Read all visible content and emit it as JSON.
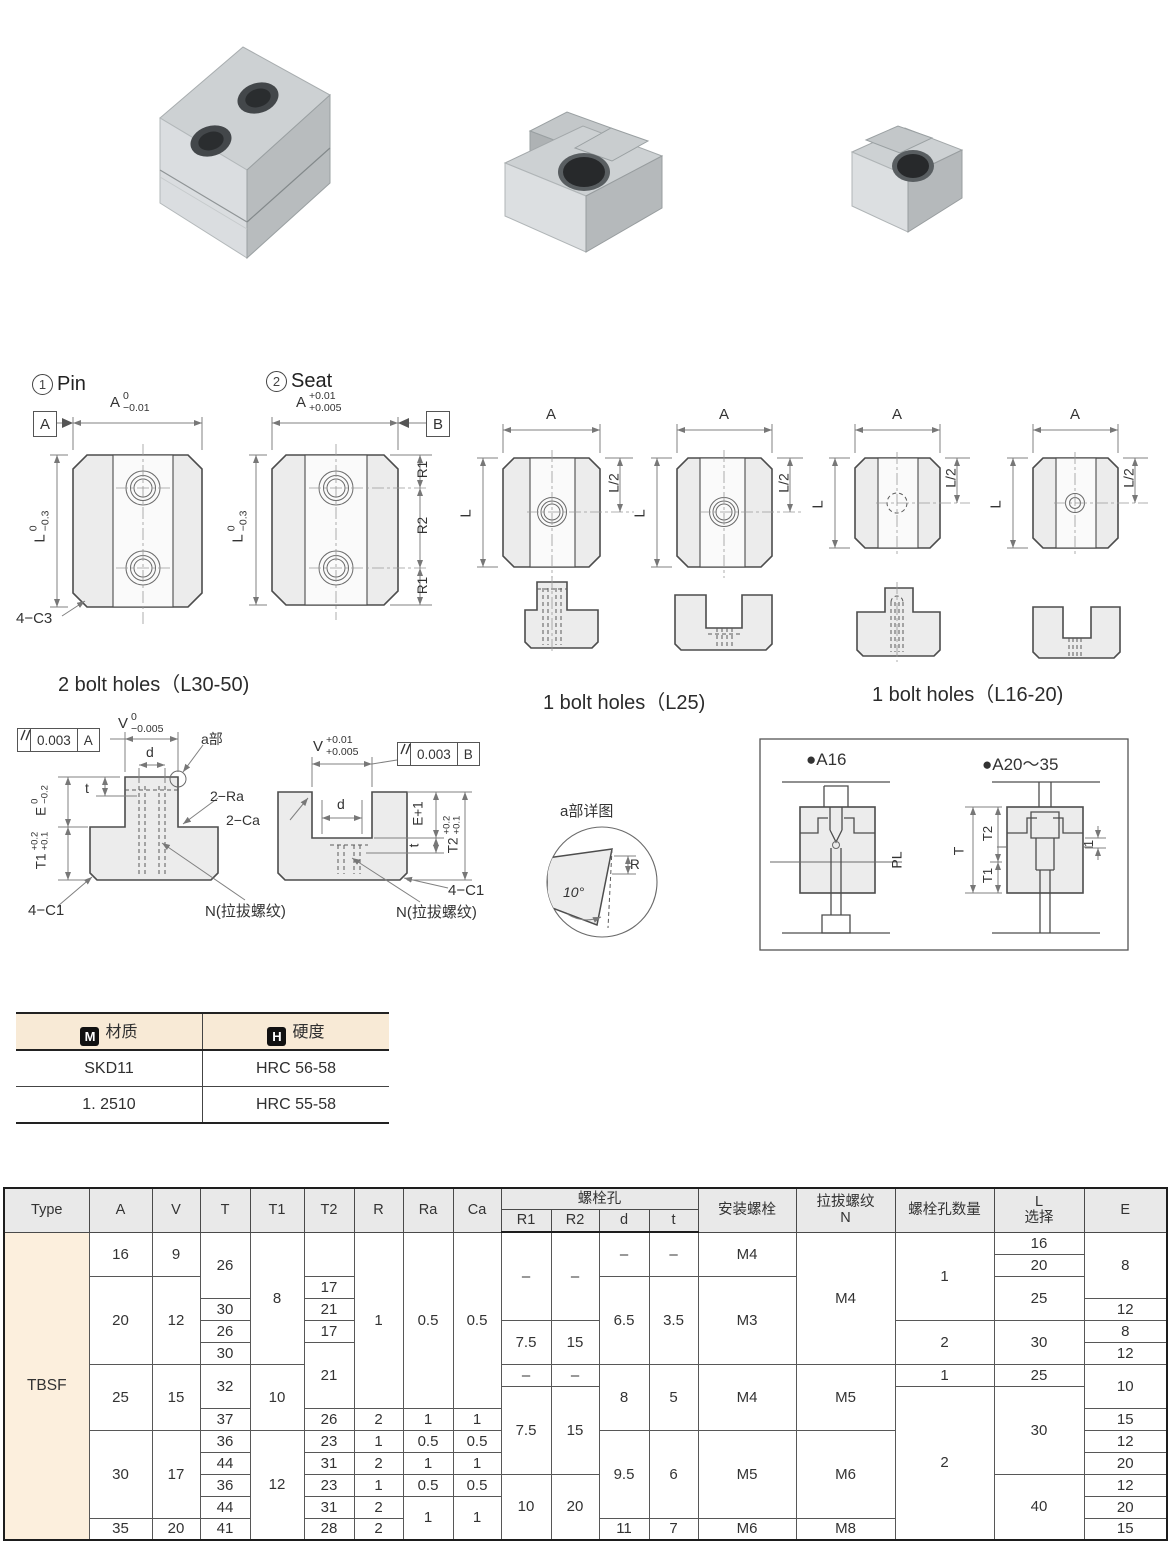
{
  "sections": {
    "pin": {
      "num": "1",
      "label": "Pin",
      "dim_a": {
        "base": "A",
        "upper": "0",
        "lower": "−0.01"
      },
      "dim_l": {
        "base": "L",
        "upper": "0",
        "lower": "−0.3"
      },
      "datum": "A",
      "chamfer": "4−C3"
    },
    "seat": {
      "num": "2",
      "label": "Seat",
      "dim_a": {
        "base": "A",
        "upper": "+0.01",
        "lower": "+0.005"
      },
      "dim_l": {
        "base": "L",
        "upper": "0",
        "lower": "−0.3"
      },
      "datum": "B",
      "r1": "R1",
      "r2": "R2",
      "r1b": "R1"
    },
    "caption_2holes": "2 bolt holes（L30-50)",
    "caption_1hole_l25": "1 bolt holes（L25)",
    "caption_1hole_l16": "1 bolt holes（L16-20)",
    "dim_a": "A",
    "dim_l": "L",
    "dim_l2": "L/2"
  },
  "cross_left": {
    "fcf": {
      "tol": "0.003",
      "datum": "A"
    },
    "v": {
      "base": "V",
      "upper": "0",
      "lower": "−0.005"
    },
    "d": "d",
    "a_part": "a部",
    "t": "t",
    "e": {
      "base": "E",
      "upper": "0",
      "lower": "−0.2"
    },
    "t1": {
      "base": "T1",
      "upper": "+0.2",
      "lower": "+0.1"
    },
    "ra": "2−Ra",
    "ca": "2−Ca",
    "c1": "4−C1",
    "n": "N(拉拔螺纹)"
  },
  "cross_right": {
    "fcf": {
      "tol": "0.003",
      "datum": "B"
    },
    "v": {
      "base": "V",
      "upper": "+0.01",
      "lower": "+0.005"
    },
    "d": "d",
    "e1": "E+1",
    "t": "t",
    "t2": {
      "base": "T2",
      "upper": "+0.2",
      "lower": "+0.1"
    },
    "c1": "4−C1",
    "n": "N(拉拔螺纹)"
  },
  "detail": {
    "title": "a部详图",
    "r": "R",
    "angle": "10°"
  },
  "info_box": {
    "a16": "●A16",
    "a2035": "●A20～35",
    "pl": "PL",
    "t": "T",
    "t2": "T2",
    "t1": "T1",
    "one": "1"
  },
  "material_table": {
    "m_badge": "M",
    "col1": "材质",
    "h_badge": "H",
    "col2": "硬度",
    "rows": [
      [
        "SKD11",
        "HRC 56-58"
      ],
      [
        "1. 2510",
        "HRC 55-58"
      ]
    ]
  },
  "spec_table": {
    "type_label": "Type",
    "type_value": "TBSF",
    "headers": {
      "a": "A",
      "v": "V",
      "t": "T",
      "t1": "T1",
      "t2": "T2",
      "r": "R",
      "ra": "Ra",
      "ca": "Ca",
      "bolt_group": "螺栓孔",
      "r1": "R1",
      "r2": "R2",
      "d": "d",
      "tt": "t",
      "install": "安装螺栓",
      "pull1": "拉拔螺纹",
      "pull2": "N",
      "count": "螺栓孔数量",
      "l1": "L",
      "l2": "选择",
      "e": "E"
    },
    "rows": [
      [
        {
          "v": "16",
          "rs": 2
        },
        {
          "v": "9",
          "rs": 2
        },
        {
          "v": "26",
          "rs": 3
        },
        {
          "v": "8",
          "rs": 6
        },
        {
          "v": "",
          "rs": 2
        },
        {
          "v": "1",
          "rs": 8
        },
        {
          "v": "0.5",
          "rs": 8
        },
        {
          "v": "0.5",
          "rs": 8
        },
        {
          "v": "–",
          "rs": 4
        },
        {
          "v": "–",
          "rs": 4
        },
        {
          "v": "–",
          "rs": 2
        },
        {
          "v": "–",
          "rs": 2
        },
        {
          "v": "M4",
          "rs": 2
        },
        {
          "v": "M4",
          "rs": 6
        },
        {
          "v": "1",
          "rs": 4
        },
        {
          "v": "16"
        },
        {
          "v": "8",
          "rs": 3
        }
      ],
      [
        {
          "v": "20"
        }
      ],
      [
        {
          "v": "20",
          "rs": 4
        },
        {
          "v": "12",
          "rs": 4
        },
        {
          "v": "17"
        },
        {
          "v": "6.5",
          "rs": 4
        },
        {
          "v": "3.5",
          "rs": 4
        },
        {
          "v": "M3",
          "rs": 4
        },
        {
          "v": "25",
          "rs": 2
        }
      ],
      [
        {
          "v": "30"
        },
        {
          "v": "21"
        },
        {
          "v": "12"
        }
      ],
      [
        {
          "v": "26"
        },
        {
          "v": "17"
        },
        {
          "v": "7.5",
          "rs": 2
        },
        {
          "v": "15",
          "rs": 2
        },
        {
          "v": "2",
          "rs": 2
        },
        {
          "v": "30",
          "rs": 2
        },
        {
          "v": "8"
        }
      ],
      [
        {
          "v": "30"
        },
        {
          "v": "21",
          "rs": 3
        },
        {
          "v": "12"
        }
      ],
      [
        {
          "v": "25",
          "rs": 3
        },
        {
          "v": "15",
          "rs": 3
        },
        {
          "v": "32",
          "rs": 2
        },
        {
          "v": "10",
          "rs": 3
        },
        {
          "v": "–"
        },
        {
          "v": "–"
        },
        {
          "v": "8",
          "rs": 3
        },
        {
          "v": "5",
          "rs": 3
        },
        {
          "v": "M4",
          "rs": 3
        },
        {
          "v": "M5",
          "rs": 3
        },
        {
          "v": "1"
        },
        {
          "v": "25"
        },
        {
          "v": "10",
          "rs": 2
        }
      ],
      [
        {
          "v": "7.5",
          "rs": 4
        },
        {
          "v": "15",
          "rs": 4
        },
        {
          "v": "2",
          "rs": 7
        },
        {
          "v": "30",
          "rs": 4
        }
      ],
      [
        {
          "v": "37"
        },
        {
          "v": "26"
        },
        {
          "v": "2"
        },
        {
          "v": "1"
        },
        {
          "v": "1"
        },
        {
          "v": "15"
        }
      ],
      [
        {
          "v": "30",
          "rs": 4
        },
        {
          "v": "17",
          "rs": 4
        },
        {
          "v": "36"
        },
        {
          "v": "12",
          "rs": 5
        },
        {
          "v": "23"
        },
        {
          "v": "1"
        },
        {
          "v": "0.5"
        },
        {
          "v": "0.5"
        },
        {
          "v": "9.5",
          "rs": 4
        },
        {
          "v": "6",
          "rs": 4
        },
        {
          "v": "M5",
          "rs": 4
        },
        {
          "v": "M6",
          "rs": 4
        },
        {
          "v": "12"
        }
      ],
      [
        {
          "v": "44"
        },
        {
          "v": "31"
        },
        {
          "v": "2"
        },
        {
          "v": "1"
        },
        {
          "v": "1"
        },
        {
          "v": "20"
        }
      ],
      [
        {
          "v": "36"
        },
        {
          "v": "23"
        },
        {
          "v": "1"
        },
        {
          "v": "0.5"
        },
        {
          "v": "0.5"
        },
        {
          "v": "10",
          "rs": 3
        },
        {
          "v": "20",
          "rs": 3
        },
        {
          "v": "40",
          "rs": 3
        },
        {
          "v": "12"
        }
      ],
      [
        {
          "v": "44"
        },
        {
          "v": "31"
        },
        {
          "v": "2"
        },
        {
          "v": "1",
          "rs": 2
        },
        {
          "v": "1",
          "rs": 2
        },
        {
          "v": "20"
        }
      ],
      [
        {
          "v": "35"
        },
        {
          "v": "20"
        },
        {
          "v": "41"
        },
        {
          "v": "28"
        },
        {
          "v": "2"
        },
        {
          "v": "11"
        },
        {
          "v": "7"
        },
        {
          "v": "M6"
        },
        {
          "v": "M8"
        },
        {
          "v": "15"
        }
      ]
    ]
  }
}
